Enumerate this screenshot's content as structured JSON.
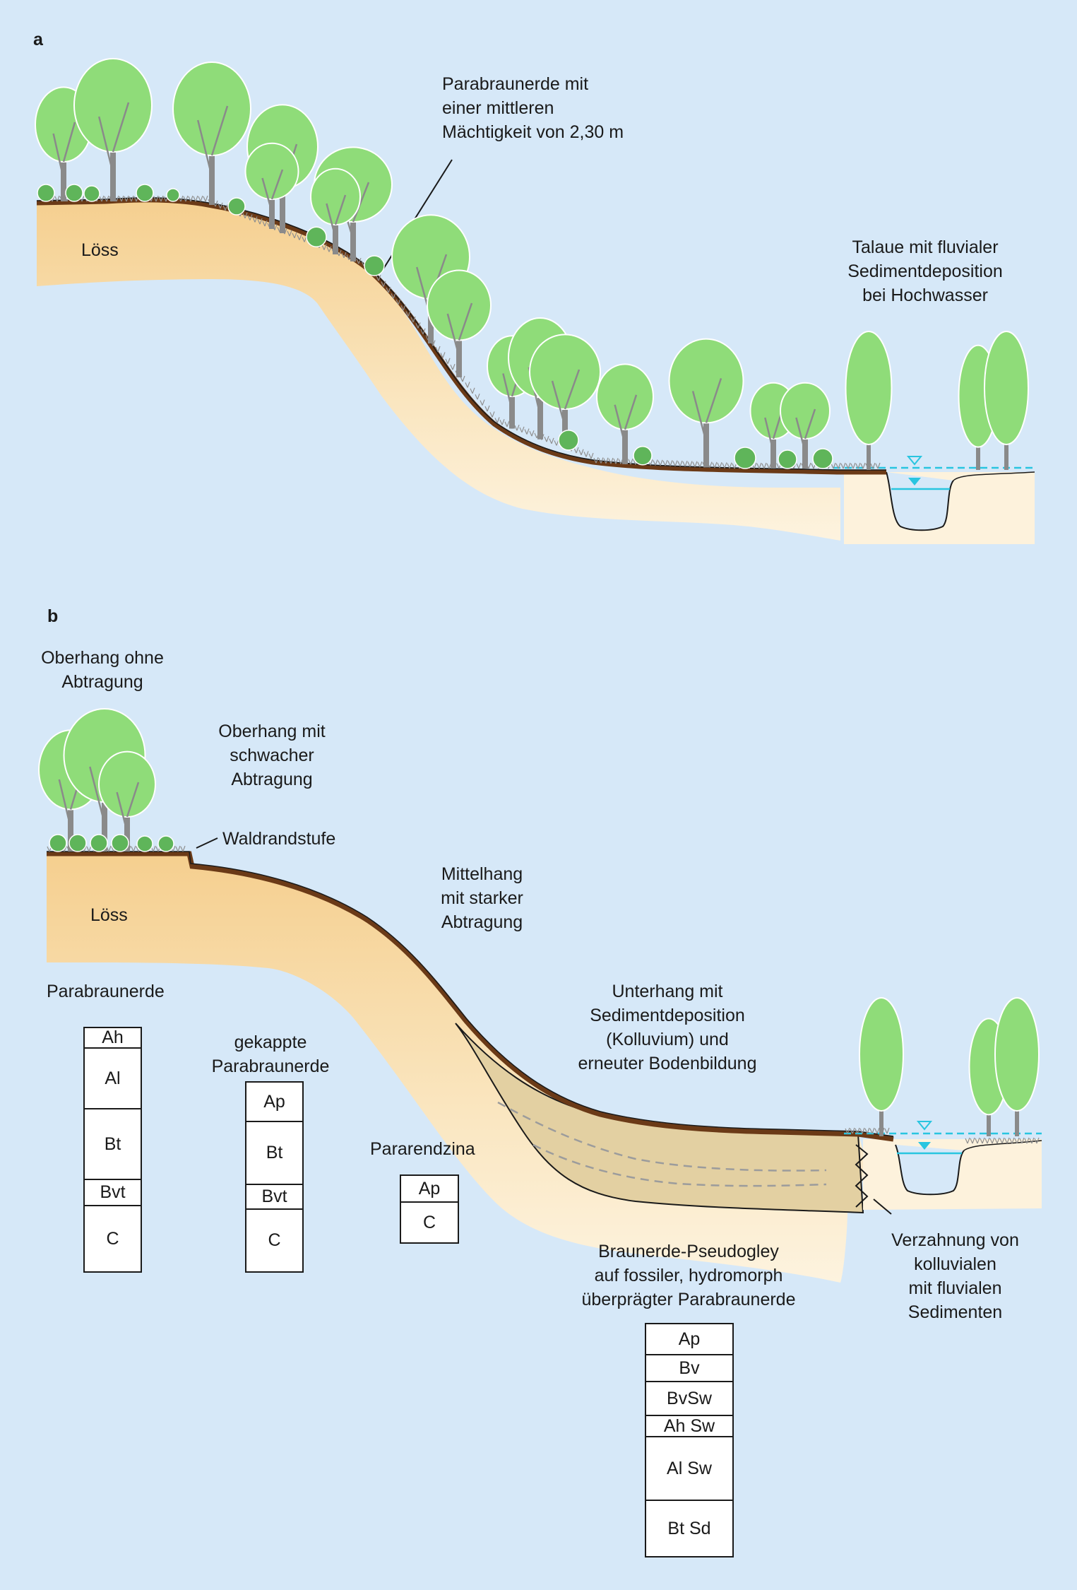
{
  "panel_a": {
    "letter": "a",
    "label_loess": "Löss",
    "label_parabraunerde": "Parabraunerde mit\neiner mittleren\nMächtigkeit von 2,30 m",
    "label_talaue": "Talaue mit fluvialer\nSedimentdeposition\nbei Hochwasser"
  },
  "panel_b": {
    "letter": "b",
    "label_oberhang_ohne": "Oberhang ohne\nAbtragung",
    "label_oberhang_schwach": "Oberhang mit\nschwacher\nAbtragung",
    "label_waldrandstufe": "Waldrandstufe",
    "label_loess": "Löss",
    "label_mittelhang": "Mittelhang\nmit starker\nAbtragung",
    "label_unterhang": "Unterhang mit\nSedimentdeposition\n(Kolluvium) und\nerneuter Bodenbildung",
    "label_verzahnung": "Verzahnung von\nkolluvialen\nmit fluvialen\nSedimenten",
    "profiles": [
      {
        "title": "Parabraunerde",
        "horizons": [
          "Ah",
          "Al",
          "Bt",
          "Bvt",
          "C"
        ]
      },
      {
        "title": "gekappte\nParabraunerde",
        "horizons": [
          "Ap",
          "Bt",
          "Bvt",
          "C"
        ]
      },
      {
        "title": "Pararendzina",
        "horizons": [
          "Ap",
          "C"
        ]
      },
      {
        "title": "Braunerde-Pseudogley\nauf fossiler, hydromorph\nüberprägter Parabraunerde",
        "horizons": [
          "Ap",
          "Bv",
          "BvSw",
          "Ah Sw",
          "Al Sw",
          "Bt Sd"
        ]
      }
    ]
  },
  "colors": {
    "background": "#d6e8f8",
    "loess": "#f7d9a6",
    "soil": "#6b3a17",
    "colluvium": "#e3d0a2",
    "tree_crown": "#8fdc79",
    "tree_trunk": "#8a8a8a",
    "water": "#29c5e0"
  }
}
